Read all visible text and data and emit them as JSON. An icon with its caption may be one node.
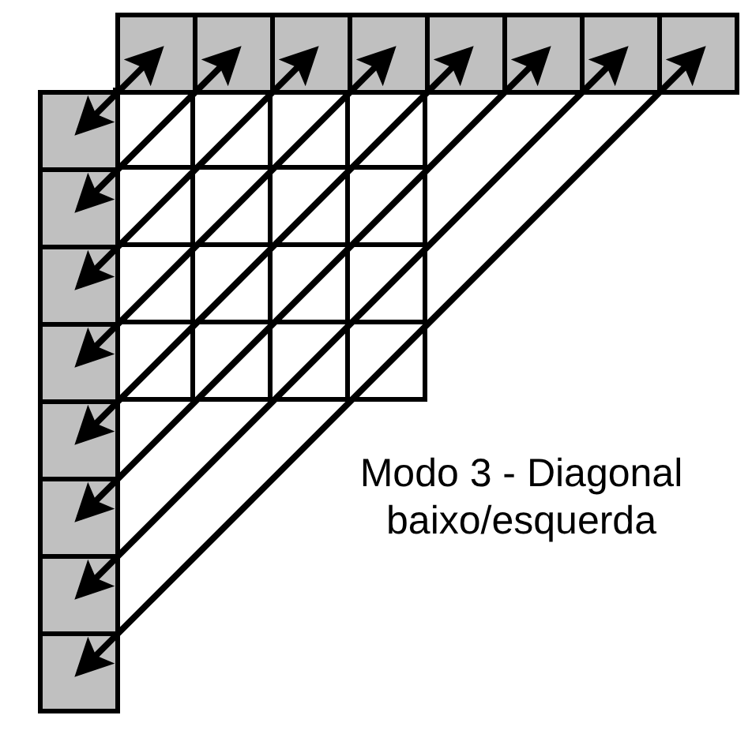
{
  "diagram": {
    "nodes": [
      {
        "text": [],
        "shape": "box"
      },
      {
        "text": [],
        "shape": "box"
      },
      {
        "text": [],
        "shape": "box"
      },
      {
        "text": [],
        "shape": "box"
      },
      {
        "text": [],
        "shape": "box"
      },
      {
        "text": [],
        "shape": "box"
      },
      {
        "text": [],
        "shape": "box"
      },
      {
        "text": [],
        "shape": "box"
      },
      {
        "text": [],
        "shape": "box"
      },
      {
        "text": [],
        "shape": "box"
      },
      {
        "text": [],
        "shape": "box"
      },
      {
        "text": [],
        "shape": "box"
      },
      {
        "text": [],
        "shape": "box"
      },
      {
        "text": [],
        "shape": "box"
      },
      {
        "text": [],
        "shape": "box"
      },
      {
        "text": [],
        "shape": "box"
      }
    ],
    "edges": [
      {
        "from": 0,
        "to": 8,
        "arrow": "both"
      },
      {
        "from": 1,
        "to": 9,
        "arrow": "both"
      },
      {
        "from": 2,
        "to": 10,
        "arrow": "both"
      },
      {
        "from": 3,
        "to": 11,
        "arrow": "both"
      },
      {
        "from": 4,
        "to": 12,
        "arrow": "both"
      },
      {
        "from": 5,
        "to": 13,
        "arrow": "both"
      },
      {
        "from": 6,
        "to": 14,
        "arrow": "both"
      },
      {
        "from": 7,
        "to": 15,
        "arrow": "both"
      }
    ],
    "labels": [
      "Modo 3 - Diagonal baixo/esquerda"
    ]
  }
}
